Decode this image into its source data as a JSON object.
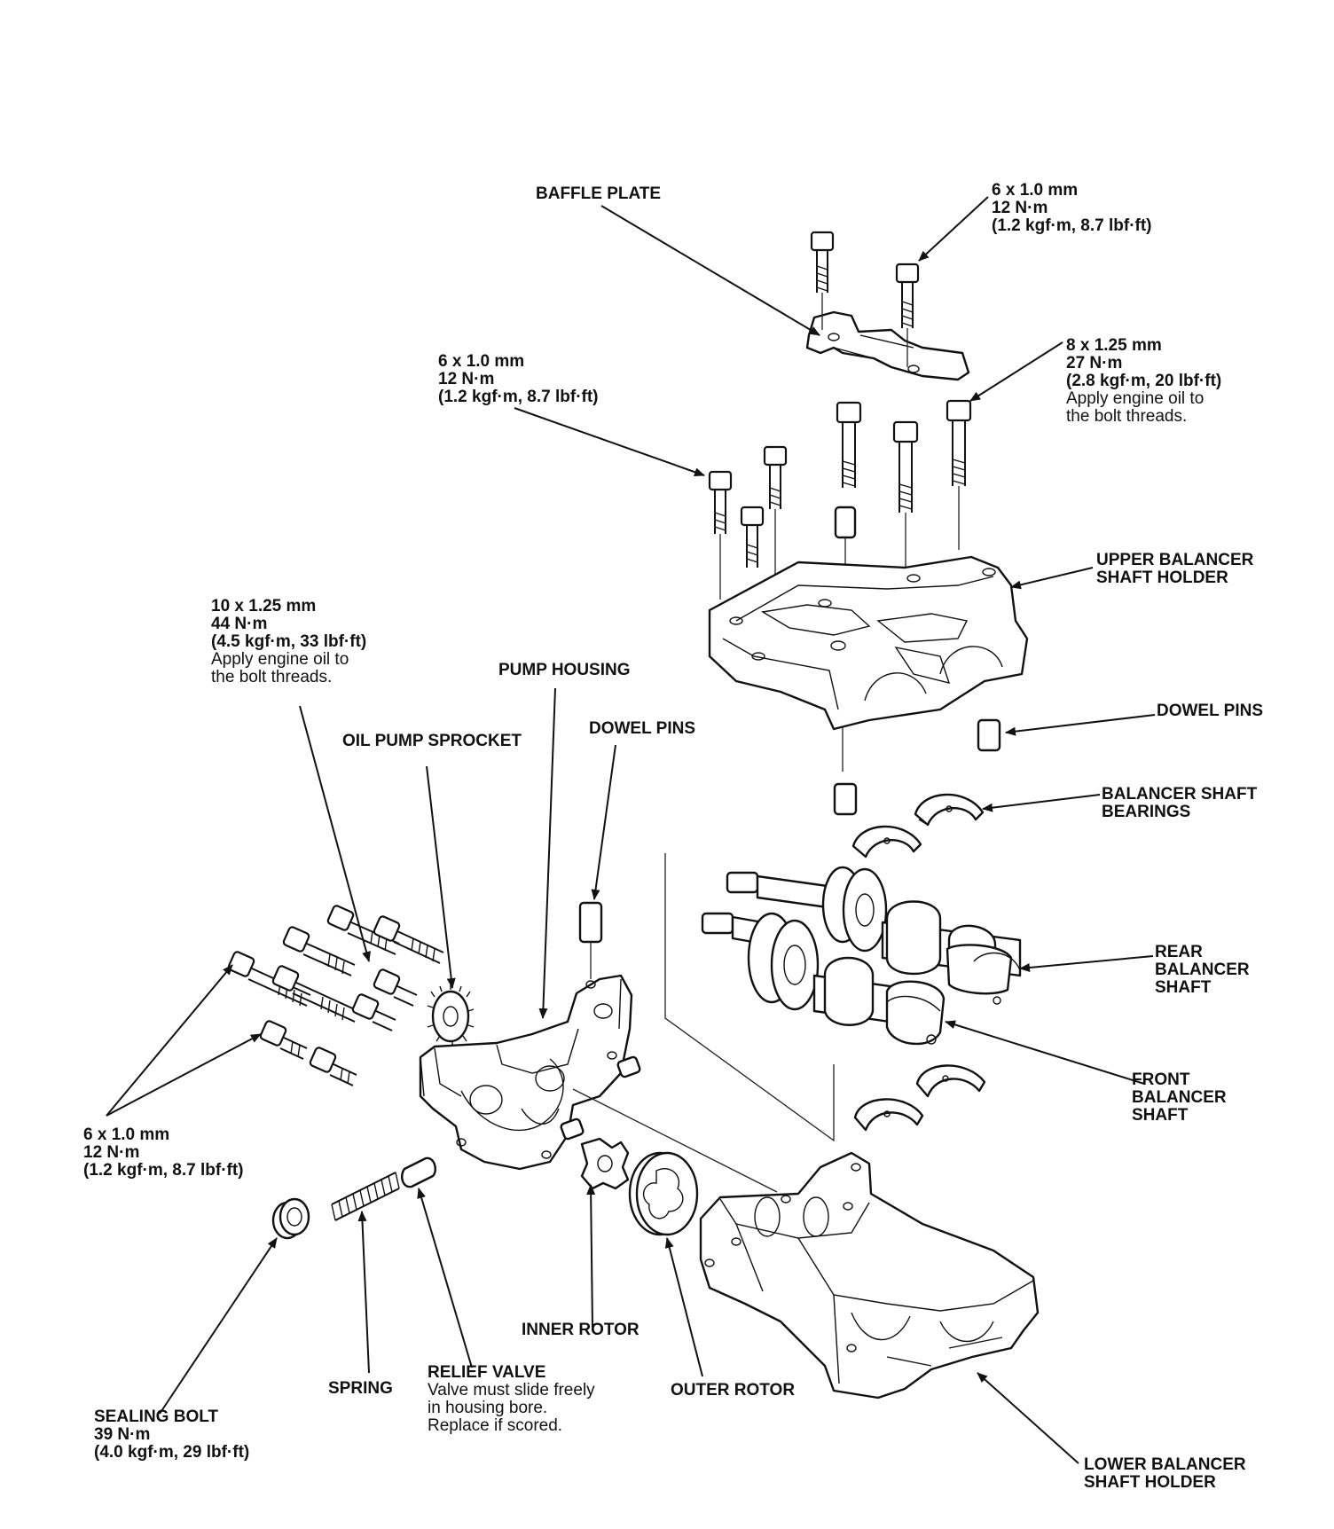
{
  "labels": {
    "baffle_plate": "BAFFLE PLATE",
    "baffle_bolt": {
      "size": "6 x 1.0 mm",
      "torque": "12 N·m",
      "torque_alt": "(1.2 kgf·m, 8.7 lbf·ft)"
    },
    "holder_bolt_8": {
      "size": "8 x 1.25 mm",
      "torque": "27 N·m",
      "torque_alt": "(2.8 kgf·m, 20 lbf·ft)",
      "note1": "Apply engine oil to",
      "note2": "the bolt threads."
    },
    "holder_bolt_6": {
      "size": "6 x 1.0 mm",
      "torque": "12 N·m",
      "torque_alt": "(1.2 kgf·m, 8.7 lbf·ft)"
    },
    "upper_holder": {
      "line1": "UPPER BALANCER",
      "line2": "SHAFT HOLDER"
    },
    "pump_bolt_10": {
      "size": "10 x 1.25 mm",
      "torque": "44 N·m",
      "torque_alt": "(4.5 kgf·m, 33 lbf·ft)",
      "note1": "Apply engine oil to",
      "note2": "the bolt threads."
    },
    "pump_housing": "PUMP HOUSING",
    "oil_pump_sprocket": "OIL PUMP SPROCKET",
    "dowel_pins_pump": "DOWEL PINS",
    "dowel_pins_holder": "DOWEL PINS",
    "bearings": {
      "line1": "BALANCER SHAFT",
      "line2": "BEARINGS"
    },
    "rear_shaft": {
      "line1": "REAR",
      "line2": "BALANCER",
      "line3": "SHAFT"
    },
    "front_shaft": {
      "line1": "FRONT",
      "line2": "BALANCER",
      "line3": "SHAFT"
    },
    "pump_bolt_6": {
      "size": "6 x 1.0 mm",
      "torque": "12 N·m",
      "torque_alt": "(1.2 kgf·m, 8.7 lbf·ft)"
    },
    "inner_rotor": "INNER ROTOR",
    "spring": "SPRING",
    "relief_valve": {
      "title": "RELIEF VALVE",
      "note1": "Valve must slide freely",
      "note2": "in housing bore.",
      "note3": "Replace if scored."
    },
    "outer_rotor": "OUTER ROTOR",
    "sealing_bolt": {
      "title": "SEALING BOLT",
      "torque": "39 N·m",
      "torque_alt": "(4.0 kgf·m, 29 lbf·ft)"
    },
    "lower_holder": {
      "line1": "LOWER BALANCER",
      "line2": "SHAFT HOLDER"
    }
  }
}
